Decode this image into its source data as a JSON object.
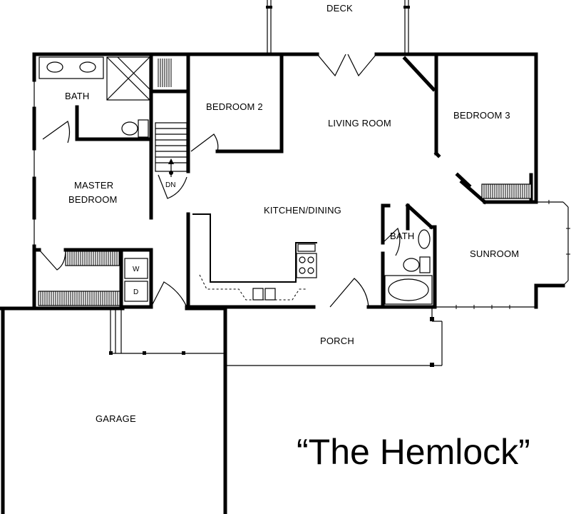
{
  "plan_title": "“The Hemlock”",
  "rooms": {
    "deck": "DECK",
    "bath_upper": "BATH",
    "bedroom2": "BEDROOM 2",
    "living_room": "LIVING ROOM",
    "bedroom3": "BEDROOM 3",
    "master_bedroom_line1": "MASTER",
    "master_bedroom_line2": "BEDROOM",
    "kitchen_dining": "KITCHEN/DINING",
    "bath_lower": "BATH",
    "sunroom": "SUNROOM",
    "porch": "PORCH",
    "garage": "GARAGE"
  },
  "fixtures": {
    "stair_direction": "DN",
    "washer": "W",
    "dryer": "D"
  }
}
